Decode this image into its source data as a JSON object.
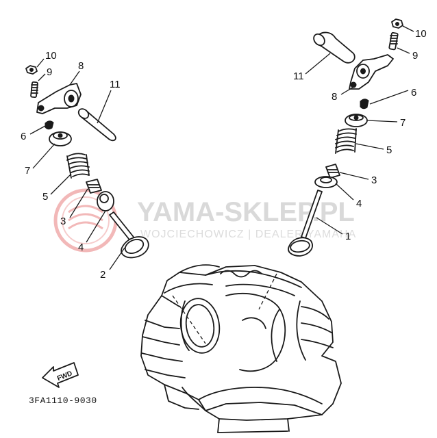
{
  "watermark": {
    "title": "YAMA-SKLEP.PL",
    "subtitle": "WOJCIECHOWICZ | DEALER YAMAHA",
    "logo_color": "#f2b8b8",
    "text_color": "#d9d9d9"
  },
  "drawing_code": "3FA1110-9030",
  "fwd_label": "FWD",
  "callouts_left": {
    "n10": "10",
    "n9": "9",
    "n8": "8",
    "n11": "11",
    "n6": "6",
    "n7": "7",
    "n5": "5",
    "n3": "3",
    "n4": "4",
    "n2": "2"
  },
  "callouts_right": {
    "n10": "10",
    "n9": "9",
    "n11": "11",
    "n8": "8",
    "n6": "6",
    "n7": "7",
    "n5": "5",
    "n3": "3",
    "n4": "4",
    "n1": "1"
  },
  "colors": {
    "ink": "#1a1a1a",
    "background": "#ffffff"
  }
}
